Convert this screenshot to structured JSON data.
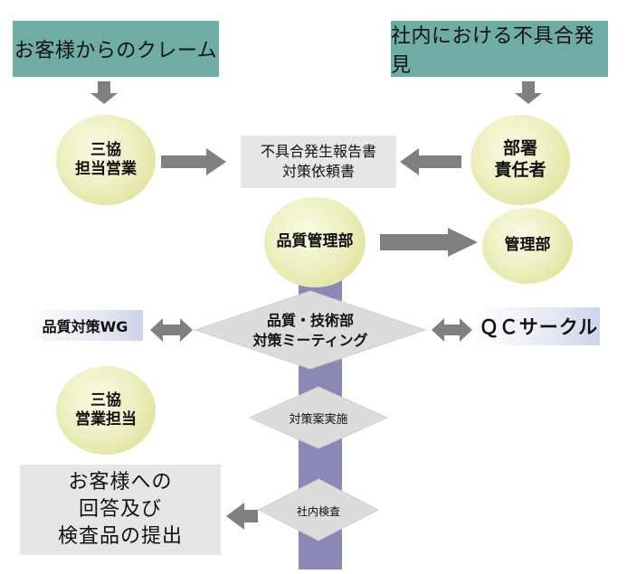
{
  "top_left": "お客様からのクレーム",
  "top_right": "社内における不具合発見",
  "circle_sales_top": "三協\n担当営業",
  "report_box": "不具合発生報告書\n対策依頼書",
  "circle_manager": "部署\n責任者",
  "circle_quality_dept": "品質管理部",
  "circle_admin_dept": "管理部",
  "wg_label": "品質対策WG",
  "diamond_meeting": "品質・技術部\n対策ミーティング",
  "qc_circle": "ＱＣサークル",
  "circle_sales_bottom": "三協\n営業担当",
  "diamond_implement": "対策案実施",
  "final_box": "お客様への\n回答及び\n検査品の提出",
  "diamond_inspection": "社内検査",
  "colors": {
    "teal": "#6fada4",
    "arrow_gray": "#808080",
    "stripe_purple": "#8b88b6",
    "box_gray": "#e7e7e7",
    "circle_yellow": "#eef0c2"
  }
}
